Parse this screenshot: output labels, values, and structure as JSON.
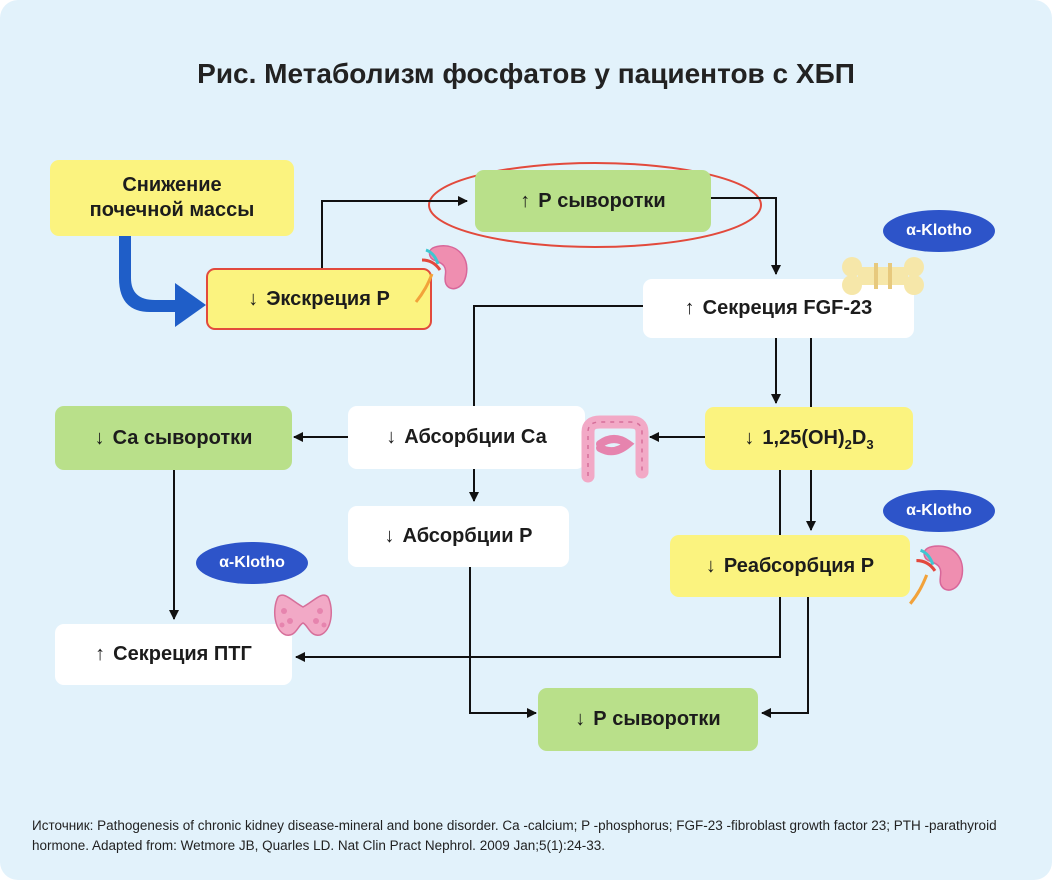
{
  "title": "Рис. Метаболизм фосфатов у пациентов с ХБП",
  "arrows": {
    "up": "↑",
    "down": "↓"
  },
  "nodes": {
    "kidney_mass": "Снижение почечной массы",
    "excretion": "Экскреция Р",
    "serum_p_up": "Р сыворотки",
    "fgf23": "Секреция FGF-23",
    "calcitriol": "1,25(OH)",
    "calcitriol_sub1": "2",
    "calcitriol_d": "D",
    "calcitriol_sub2": "3",
    "absorb_ca": "Абсорбции Са",
    "serum_ca": "Са сыворотки",
    "absorb_p": "Абсорбции Р",
    "reabsorb_p": "Реабсорбция Р",
    "pth": "Секреция ПТГ",
    "serum_p_down": "Р сыворотки"
  },
  "klotho_label": "α-Klotho",
  "source": "Источник: Pathogenesis of chronic kidney disease-mineral and bone disorder. Ca -calcium; P -phosphorus; FGF-23 -fibroblast growth factor 23; PTH -parathyroid hormone. Adapted from: Wetmore JB, Quarles LD. Nat Clin Pract Nephrol. 2009 Jan;5(1):24-33.",
  "colors": {
    "yellow": "#fbf37f",
    "green": "#b9e08a",
    "white": "#ffffff",
    "klotho": "#2d54c9",
    "blue_arrow": "#1f5ec8",
    "highlight": "#e24a3c"
  },
  "icons": [
    "kidney-icon",
    "bone-icon",
    "intestine-icon",
    "thyroid-icon"
  ]
}
